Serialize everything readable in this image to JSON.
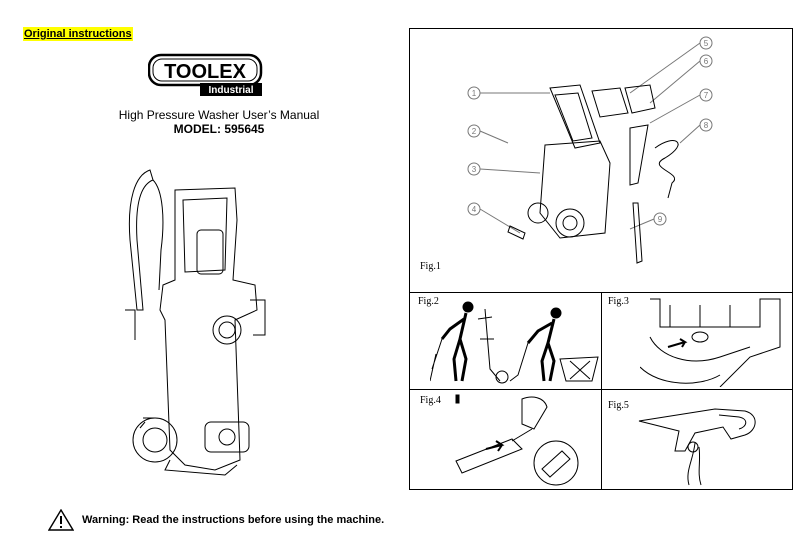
{
  "header": {
    "original_instructions": "Original instructions"
  },
  "logo": {
    "brand": "TOOLEX",
    "sub": "Industrial"
  },
  "title": {
    "manual": "High Pressure Washer User’s Manual",
    "model_label": "MODEL:",
    "model_number": "595645"
  },
  "warning": {
    "text": "Warning: Read the instructions before using the machine.",
    "icon": "warning-triangle-icon"
  },
  "figures": {
    "fig1": {
      "label": "Fig.1",
      "callouts": [
        "1",
        "2",
        "3",
        "4",
        "5",
        "6",
        "7",
        "8",
        "9"
      ]
    },
    "fig2": {
      "label": "Fig.2"
    },
    "fig3": {
      "label": "Fig.3"
    },
    "fig4": {
      "label": "Fig.4"
    },
    "fig5": {
      "label": "Fig.5"
    }
  },
  "colors": {
    "highlight": "#ffff00",
    "line": "#000000",
    "callout": "#777777"
  }
}
